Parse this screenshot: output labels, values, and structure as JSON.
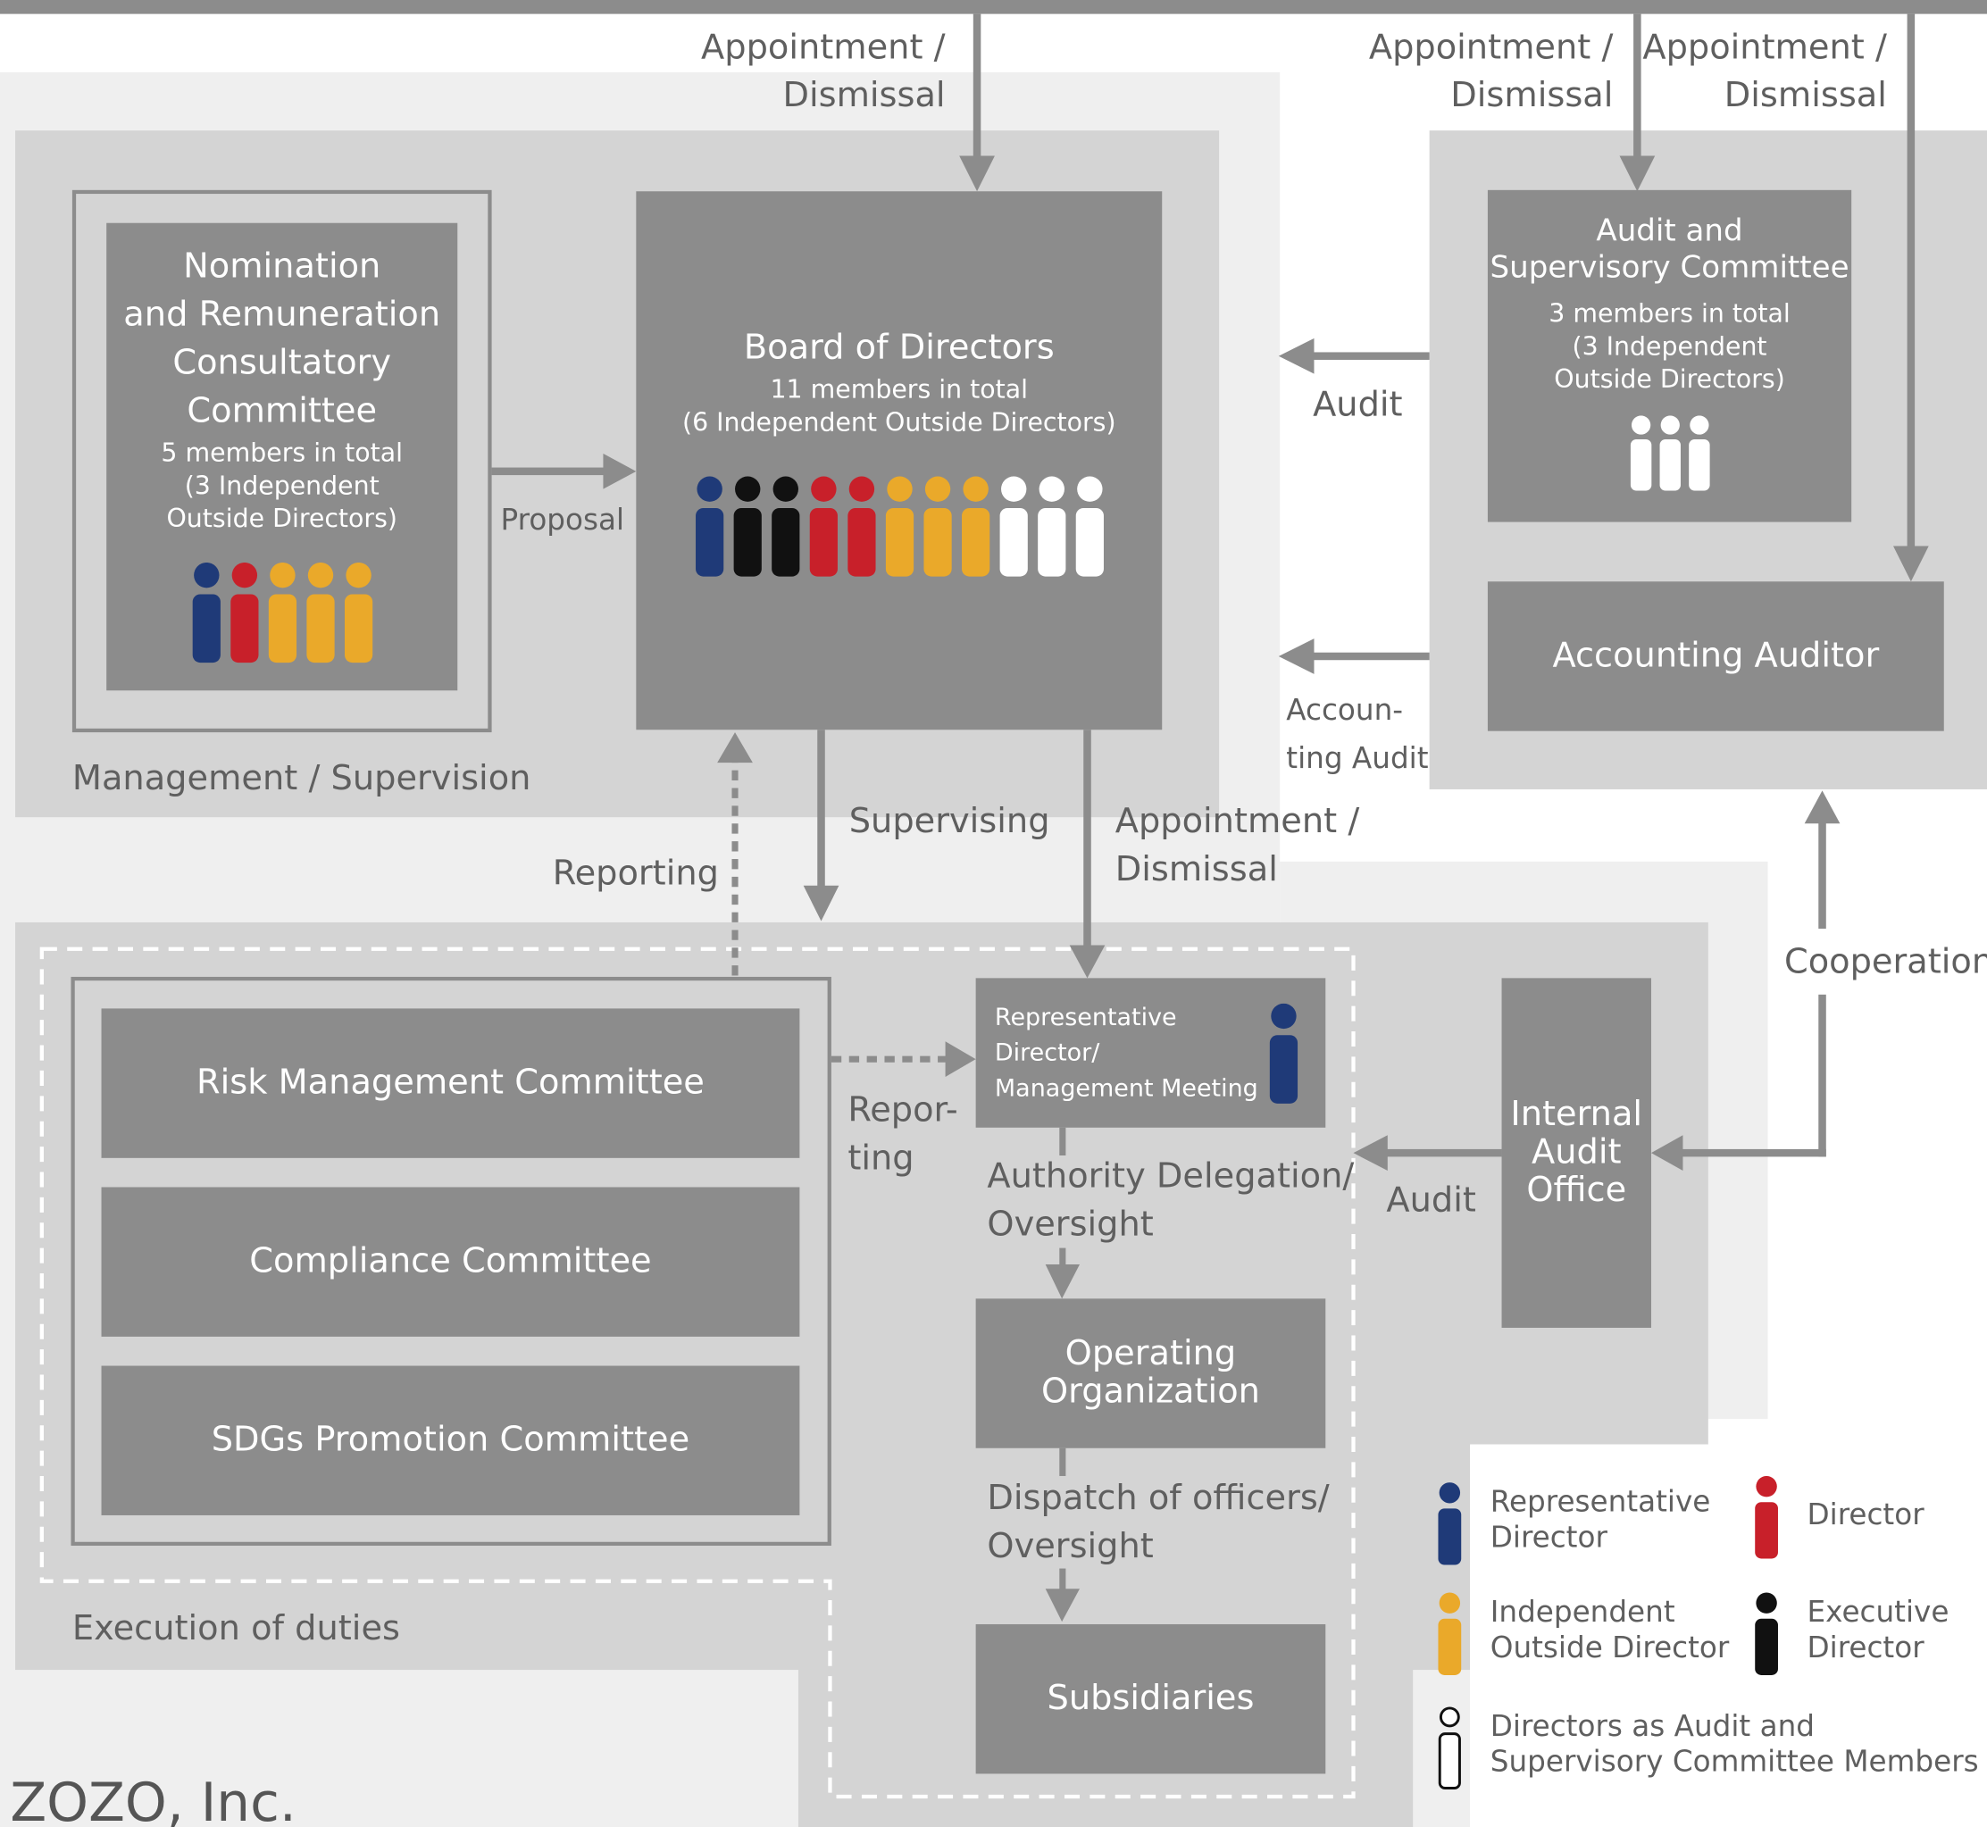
{
  "colors": {
    "representative": "#1f3a78",
    "director": "#c8202a",
    "independent": "#eaa92a",
    "executive": "#111111",
    "audit_member": "#ffffff"
  },
  "arrows": {
    "top_left": "Appointment /\nDismissal",
    "top_mid": "Appointment /\nDismissal",
    "top_right": "Appointment /\nDismissal",
    "audit_top": "Audit",
    "accounting_audit": "Accoun-\nting Audit",
    "proposal": "Proposal",
    "supervising": "Supervising",
    "appointment_bottom": "Appointment /\nDismissal",
    "reporting": "Reporting",
    "reporting_small": "Repor-\nting",
    "cooperation": "Cooperation",
    "audit_bottom": "Audit",
    "authority": "Authority Delegation/\nOversight",
    "dispatch": "Dispatch of officers/\nOversight"
  },
  "nomination": {
    "title": "Nomination\nand Remuneration\nConsultatory\nCommittee",
    "members": "5 members in total\n(3 Independent\nOutside Directors)",
    "figures": [
      "representative",
      "director",
      "independent",
      "independent",
      "independent"
    ]
  },
  "board": {
    "title": "Board of Directors",
    "members": "11 members in total\n(6 Independent Outside Directors)",
    "figures": [
      "representative",
      "executive",
      "executive",
      "director",
      "director",
      "independent",
      "independent",
      "independent",
      "audit_member",
      "audit_member",
      "audit_member"
    ]
  },
  "audit_committee": {
    "title": "Audit and\nSupervisory Committee",
    "members": "3 members in total\n(3 Independent\nOutside Directors)",
    "figures": [
      "audit_member",
      "audit_member",
      "audit_member"
    ]
  },
  "accounting_auditor": "Accounting Auditor",
  "section_management": "Management / Supervision",
  "section_execution": "Execution of duties",
  "committees": [
    "Risk Management Committee",
    "Compliance Committee",
    "SDGs Promotion Committee"
  ],
  "rep_director_box": "Representative\nDirector/\nManagement Meeting",
  "operating_org": "Operating\nOrganization",
  "subsidiaries": "Subsidiaries",
  "internal_audit": "Internal\nAudit\nOffice",
  "legend": [
    {
      "type": "representative",
      "label": "Representative\nDirector"
    },
    {
      "type": "director",
      "label": "Director"
    },
    {
      "type": "independent",
      "label": "Independent\nOutside Director"
    },
    {
      "type": "executive",
      "label": "Executive\nDirector"
    },
    {
      "type": "audit_member",
      "label": "Directors as Audit and\nSupervisory Committee Members"
    }
  ],
  "company": "ZOZO, Inc."
}
